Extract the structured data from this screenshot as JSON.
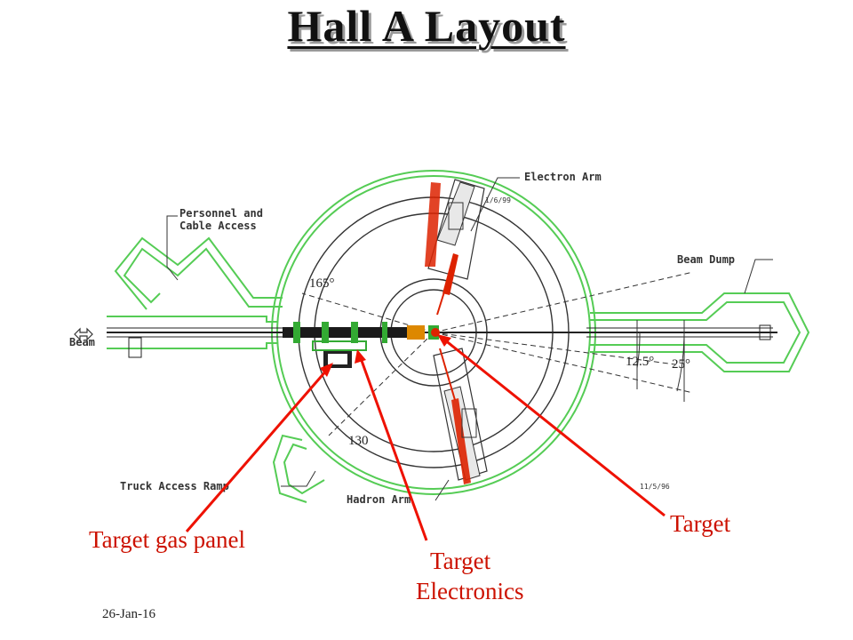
{
  "title": "Hall A Layout",
  "footer": {
    "date": "26-Jan-16"
  },
  "drawing_labels": {
    "electron_arm": "Electron Arm",
    "personnel_line1": "Personnel and",
    "personnel_line2": "Cable Access",
    "beam_dump": "Beam Dump",
    "beam": "Beam",
    "truck_access_ramp": "Truck Access Ramp",
    "hadron_arm": "Hadron Arm",
    "angle_165": "165°",
    "angle_130": "130",
    "angle_12_5": "12.5°",
    "angle_25": "25°",
    "stamp_top": "1/6/99",
    "stamp_bottom": "11/5/96"
  },
  "callouts": {
    "target_gas_panel": "Target gas panel",
    "target_electronics_line1": "Target",
    "target_electronics_line2": "Electronics",
    "target": "Target"
  },
  "colors": {
    "wall": "#55cc55",
    "callout": "#cc1100",
    "line": "#333333",
    "arm": "#dd2200"
  }
}
